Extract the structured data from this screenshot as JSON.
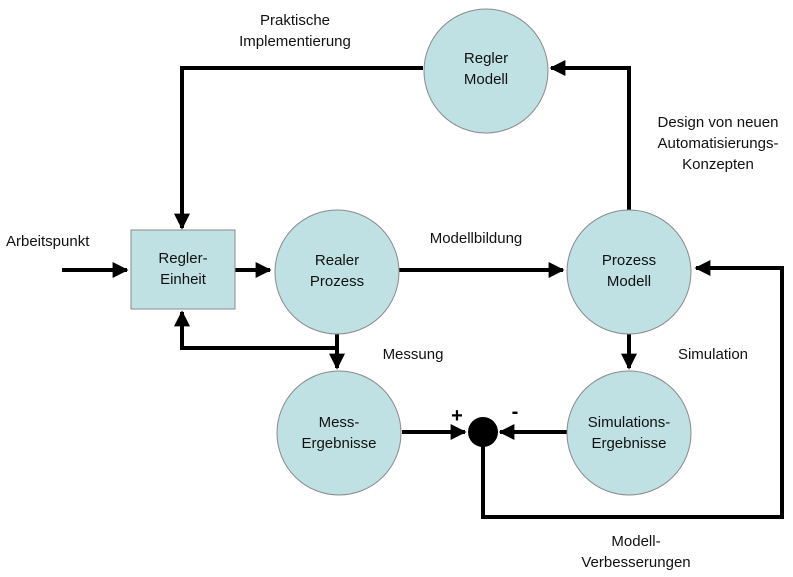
{
  "colors": {
    "node_fill": "#bfe1e3",
    "node_stroke": "#8a8a8a",
    "line": "#000000"
  },
  "nodes": {
    "regler_modell": {
      "line1": "Regler",
      "line2": "Modell"
    },
    "regler_einheit": {
      "line1": "Regler-",
      "line2": "Einheit"
    },
    "realer_prozess": {
      "line1": "Realer",
      "line2": "Prozess"
    },
    "prozess_modell": {
      "line1": "Prozess",
      "line2": "Modell"
    },
    "mess_ergebnisse": {
      "line1": "Mess-",
      "line2": "Ergebnisse"
    },
    "simulations_ergebnisse": {
      "line1": "Simulations-",
      "line2": "Ergebnisse"
    }
  },
  "labels": {
    "praktische": {
      "line1": "Praktische",
      "line2": "Implementierung"
    },
    "design": {
      "line1": "Design von neuen",
      "line2": "Automatisierungs-",
      "line3": "Konzepten"
    },
    "arbeitspunkt": "Arbeitspunkt",
    "modellbildung": "Modellbildung",
    "messung": "Messung",
    "simulation": "Simulation",
    "verbesserungen": {
      "line1": "Modell-",
      "line2": "Verbesserungen"
    }
  },
  "summing_junction": {
    "plus": "+",
    "minus": "-"
  }
}
